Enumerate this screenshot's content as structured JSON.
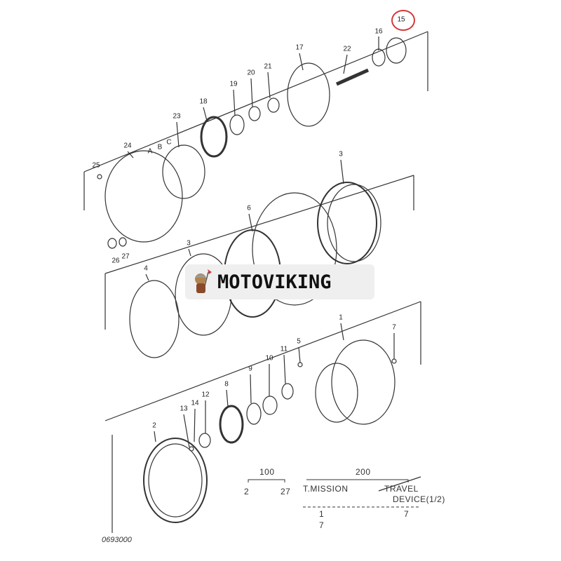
{
  "diagram": {
    "part_labels": [
      "15",
      "16",
      "17",
      "22",
      "21",
      "20",
      "19",
      "18",
      "23",
      "A",
      "B",
      "C",
      "24",
      "25",
      "26",
      "27",
      "3",
      "6",
      "3",
      "4",
      "1",
      "7",
      "5",
      "11",
      "10",
      "9",
      "8",
      "12",
      "14",
      "13",
      "2"
    ],
    "highlighted_label": "15",
    "highlight_color": "#d43a3a",
    "watermark": "MOTOVIKING",
    "legend": {
      "group_100": "100",
      "group_100_from": "2",
      "group_100_to": "27",
      "group_200": "200",
      "col1_title": "T.MISSION",
      "col2_title_line1": "TRAVEL",
      "col2_title_line2": "DEVICE(1/2)",
      "col1_values": [
        "1",
        "7"
      ],
      "col2_values": [
        "7"
      ]
    },
    "drawing_code": "0693000"
  }
}
